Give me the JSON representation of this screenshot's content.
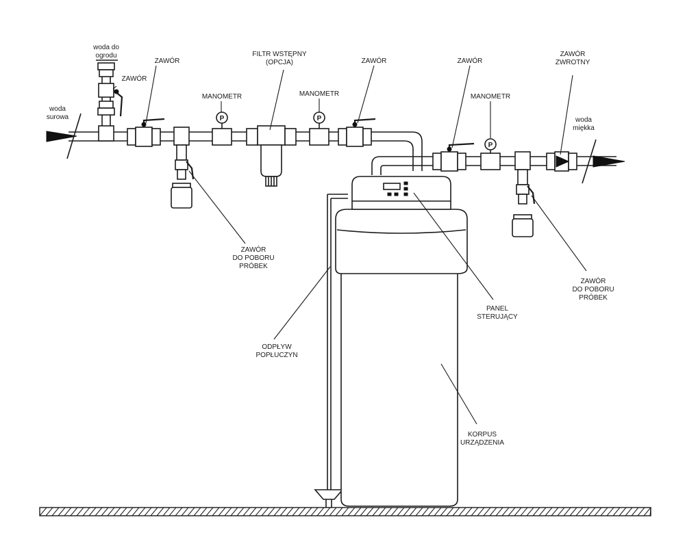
{
  "labels": {
    "woda_do_ogrodu": [
      "woda do",
      "ogrodu"
    ],
    "zawor_garden": "ZAWÓR",
    "zawor_1": "ZAWÓR",
    "woda_surowa": [
      "woda",
      "surowa"
    ],
    "manometr_1": "MANOMETR",
    "filtr": [
      "FILTR WSTĘPNY",
      "(OPCJA)"
    ],
    "manometr_2": "MANOMETR",
    "zawor_2": "ZAWÓR",
    "zawor_3": "ZAWÓR",
    "zawor_zwrotny": [
      "ZAWÓR",
      "ZWROTNY"
    ],
    "manometr_3": "MANOMETR",
    "woda_miekka": [
      "woda",
      "miękka"
    ],
    "zawor_probek_1": [
      "ZAWÓR",
      "DO POBORU",
      "PRÓBEK"
    ],
    "zawor_probek_2": [
      "ZAWÓR",
      "DO POBORU",
      "PRÓBEK"
    ],
    "panel": [
      "PANEL",
      "STERUJĄCY"
    ],
    "odplyw": [
      "ODPŁYW",
      "POPŁUCZYN"
    ],
    "korpus": [
      "KORPUS",
      "URZĄDZENIA"
    ],
    "gauge_letter": "P"
  }
}
